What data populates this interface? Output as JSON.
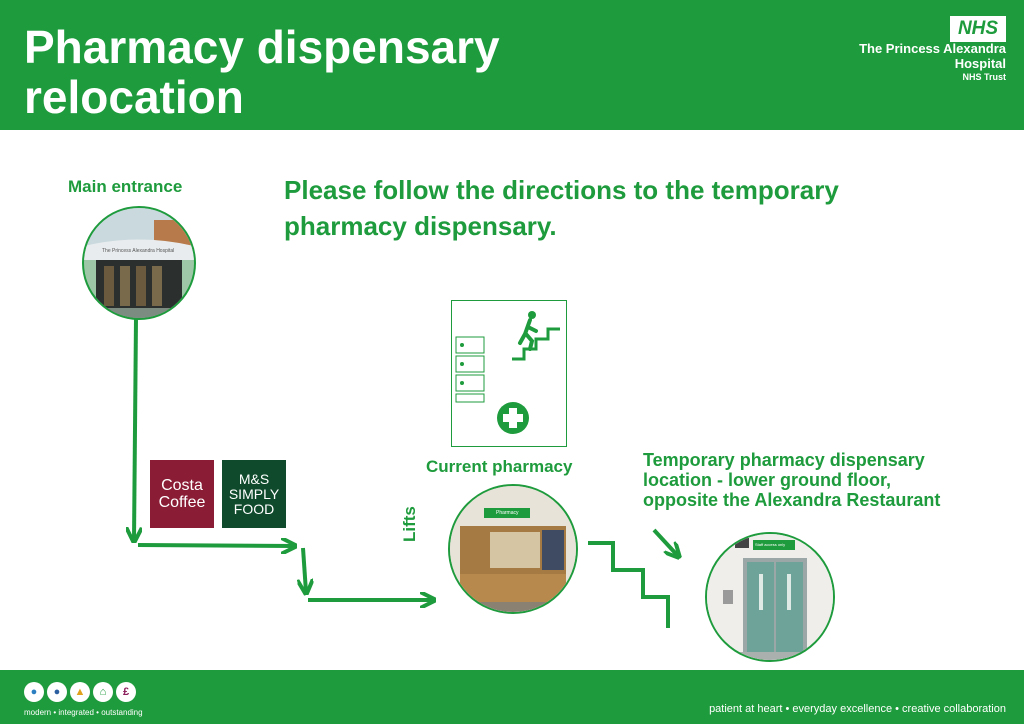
{
  "header": {
    "title_line1": "Pharmacy dispensary",
    "title_line2": "relocation",
    "nhs_logo": "NHS",
    "trust_line1": "The Princess Alexandra",
    "trust_line2": "Hospital",
    "trust_line3": "NHS Trust"
  },
  "instructions": "Please follow the directions to the temporary pharmacy dispensary.",
  "main_entrance": {
    "label": "Main entrance",
    "sign": "The Princess Alexandra Hospital"
  },
  "shops": {
    "costa_line1": "Costa",
    "costa_line2": "Coffee",
    "ms_line1": "M&S",
    "ms_line2": "SIMPLY",
    "ms_line3": "FOOD"
  },
  "lifts_label": "Lifts",
  "current_pharmacy": {
    "label": "Current pharmacy",
    "sign": "Pharmacy"
  },
  "temporary": {
    "line1": "Temporary pharmacy dispensary",
    "line2": "location - lower ground floor,",
    "line3": "opposite the Alexandra Restaurant",
    "door_sign": "Staff access only"
  },
  "footer": {
    "values_text": "modern • integrated • outstanding",
    "tagline": "patient at heart • everyday excellence • creative collaboration",
    "value_icons": [
      "person-icon",
      "people-icon",
      "chart-icon",
      "home-icon",
      "pound-icon"
    ]
  },
  "colors": {
    "brand_green": "#1e9b3c",
    "costa": "#8b1c35",
    "ms": "#0e4a2b"
  }
}
